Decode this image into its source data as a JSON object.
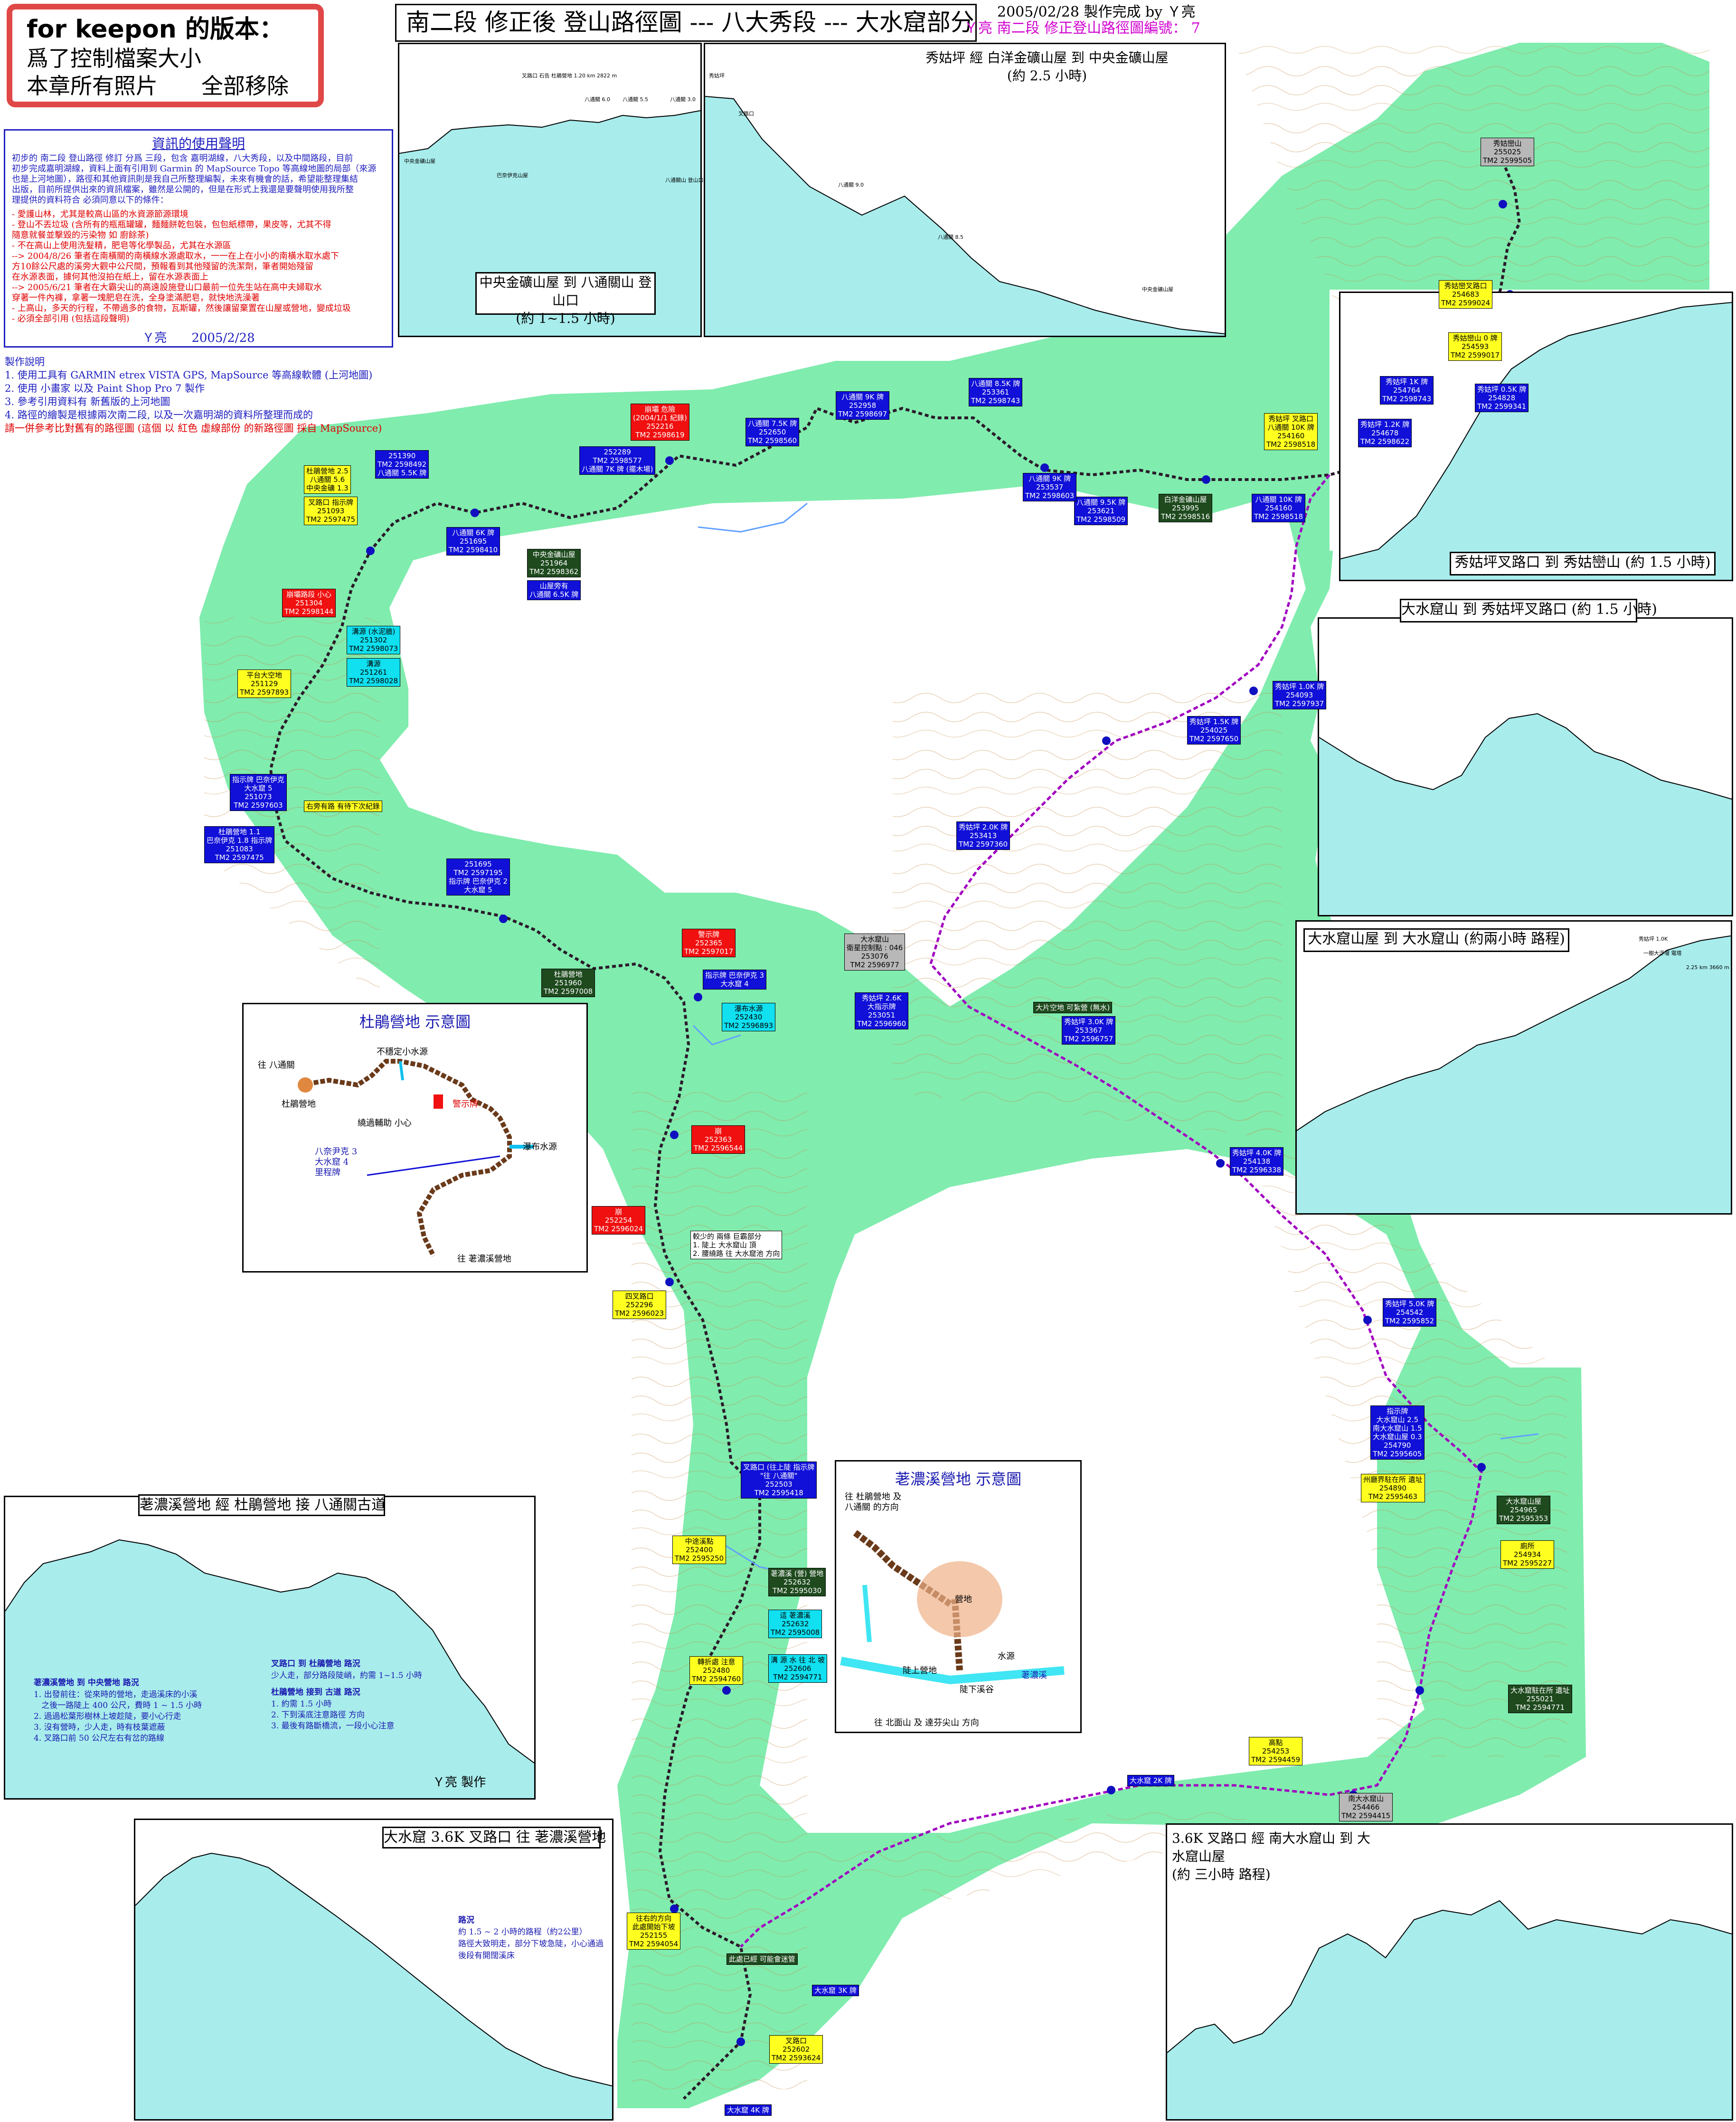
{
  "header": {
    "line1": "for keepon 的版本：",
    "line2": "爲了控制檔案大小",
    "line3": "本章所有照片　　全部移除"
  },
  "title": "南二段 修正後 登山路徑圖 --- 八大秀段 --- 大水窟部分",
  "made_by": "2005/02/28 製作完成 by Ｙ亮",
  "series": "Ｙ亮 南二段 修正登山路徑圖編號： 7",
  "notice": {
    "title": "資訊的使用聲明",
    "body": [
      "初步的 南二段 登山路徑 修訂 分爲 三段，包含 嘉明湖線，八大秀段，以及中間路段，目前",
      "初步完成嘉明湖線，資料上面有引用到 Garmin 的 MapSource Topo 等高線地圖的局部（來源",
      "也是上河地圖），路徑和其他資訊則是我自己所整理編製，未來有機會的話，希望能整理集結",
      "出版，目前所提供出來的資訊檔案，雖然是公開的，但是在形式上我還是要聲明使用我所整",
      "理提供的資料符合 必須同意以下的條件："
    ],
    "rules": [
      "- 愛護山林，尤其是較高山區的水資源節源環境",
      "- 登山不丟垃圾 (含所有的瓶瓶罐罐，麵麵餅乾包裝，包包紙標帶，果皮等，尤其不得",
      "  隨意就餐並擊毀的污染物 如 廚餘茶)",
      "- 不在高山上使用洗髮精，肥皂等化學製品，尤其在水源區",
      "  --> 2004/8/26 筆者在南橫關的南橫線水源處取水，一一在上在小小的南橫水取水處下",
      "      方10餘公尺處的溪旁大觀中公尺間，預報看到其他殘留的洗潔劑，筆者開始殘留",
      "      在水源表面，據何其他沒拍在紙上，留在水源表面上",
      "  --> 2005/6/21 筆者在大霸尖山的高遠設施登山口最前一位先生站在高中夫婦取水",
      "      穿著一件內褲，拿著一塊肥皂在洗，全身塗滿肥皂，就快地洗澡著",
      "- 上高山，多天的行程，不帶過多的食物，瓦斯罐，然後讓留棄置在山屋或營地，變成垃圾",
      "- 必須全部引用 (包括這段聲明)"
    ],
    "signature": "Ｙ亮　　2005/2/28"
  },
  "production": {
    "title": "製作說明",
    "items": [
      "1. 使用工具有 GARMIN etrex VISTA GPS, MapSource 等高線軟體 (上河地圖)",
      "2. 使用 小畫家 以及 Paint Shop Pro 7 製作",
      "3. 參考引用資料有 新舊版的上河地圖",
      "4. 路徑的繪製是根據兩次南二段, 以及一次嘉明湖的資料所整理而成的"
    ],
    "warning": "請一併參考比對舊有的路徑圖 (這個 以 紅色 虛線部份 的新路徑圖 採自 MapSource)"
  },
  "panels": {
    "p1_title": "中央金礦山屋 到 八通關山 登山口\n(約 1~1.5 小時)",
    "p2_title": "秀姑坪 經 白洋金礦山屋 到 中央金礦山屋\n(約 2.5 小時)",
    "p3_title": "秀姑坪叉路口 到 秀姑巒山 (約 1.5 小時)",
    "p4_title": "大水窟山 到 秀姑坪叉路口 (約 1.5 小時)",
    "p5_title": "大水窟山屋 到 大水窟山 (約兩小時 路程)",
    "p6_title": "荖濃溪營地 經 杜鵑營地 接 八通關古道",
    "p7_title": "大水窟 3.6K 叉路口 往 荖濃溪營地",
    "p8_title": "3.6K 叉路口 經 南大水窟山 到 大水窟山屋\n(約 三小時 路程)"
  },
  "profile_points": {
    "p1": [
      "叉路口 石告 杜鵑營地 1.20 km 2822 m",
      "中央金礦山屋",
      "巴奈伊克山屋",
      "八通關 6.0",
      "八通關 5.5",
      "八通關 3.0",
      "八通關山 登山口"
    ],
    "p2": [
      "秀姑坪",
      "叉路口",
      "八通關 9.0",
      "八通關 8.5",
      "中央金礦山屋"
    ],
    "p5": [
      "秀姑坪 1.0K",
      "一樹大浮堰 電塔",
      "2.25 km 3660 m"
    ]
  },
  "p6_notes": {
    "sec1_title": "荖濃溪營地 到 中央營地 路況",
    "sec1": [
      "1. 出發前往：從來時的營地，走過溪床的小溪",
      "   之後一路陡上 400 公尺，費時 1 ~ 1.5 小時",
      "2. 過過松葉形樹林上坡趁陡，要小心行走",
      "3. 沒有營時，少人走，時有枝葉遮蔽",
      "4. 叉路口前 50 公尺左右有岔的路線"
    ],
    "sec2_title": "叉路口 到 杜鵑營地 路況",
    "sec2": [
      "少人走，部分路段陡峭，約需 1~1.5 小時"
    ],
    "sec3_title": "杜鵑營地 接到 古道 路況",
    "sec3": [
      "1. 約需 1.5 小時",
      "2. 下到溪底注意路徑 方向",
      "3. 最後有路斷橋流，一段小心注意"
    ],
    "signature": "Ｙ亮 製作"
  },
  "p7_notes": {
    "title": "路況",
    "lines": [
      "約 1.5 ~ 2 小時的路程（約2公里）",
      "路徑大致明走，部分下坡急陡，小心通過",
      "後段有開闊溪床"
    ]
  },
  "insets": {
    "dupeng_title": "杜鵑營地 示意圖",
    "dupeng_labels": [
      {
        "t": "往 八通關"
      },
      {
        "t": "杜鵑營地"
      },
      {
        "t": "不穩定小水源"
      },
      {
        "t": "警示牌"
      },
      {
        "t": "繞過輔助 小心"
      },
      {
        "t": "瀑布水源"
      },
      {
        "t": "八奈尹克 3\n大水窟 4\n里程牌"
      },
      {
        "t": "往 荖濃溪營地"
      }
    ],
    "laonong_title": "荖濃溪營地 示意圖",
    "laonong_labels": [
      {
        "t": "往 杜鵑營地 及\n八通關 的方向"
      },
      {
        "t": "營地"
      },
      {
        "t": "水源"
      },
      {
        "t": "陡上營地"
      },
      {
        "t": "陡下溪谷"
      },
      {
        "t": "荖濃溪"
      },
      {
        "t": "往 北面山 及 達芬尖山 方向"
      }
    ]
  },
  "map_labels": [
    {
      "c": "blue",
      "t": "八通關 8.5K 牌\n253361\nTM2 2598743"
    },
    {
      "c": "blue",
      "t": "八通關 9K 牌\n252958\nTM2 2598697"
    },
    {
      "c": "blue",
      "t": "八通關 7.5K 牌\n252650\nTM2 2598560"
    },
    {
      "c": "red",
      "t": "崩壩 危險\n(2004/1/1 紀錄)\n252216\nTM2 2598619"
    },
    {
      "c": "blue",
      "t": "252289\nTM2 2598577\n八通關 7K 牌 (擺木場)"
    },
    {
      "c": "blue",
      "t": "251390\nTM2 2598492\n八通關 5.5K 牌"
    },
    {
      "c": "yellow",
      "t": "杜鵑營地 2.5\n八通關 5.6\n中央金礦 1.3"
    },
    {
      "c": "yellow",
      "t": "叉路口 指示牌\n251093\nTM2 2597475"
    },
    {
      "c": "blue",
      "t": "八通關 6K 牌\n251695\nTM2 2598410"
    },
    {
      "c": "green",
      "t": "中央金礦山屋\n251964\nTM2 2598362"
    },
    {
      "c": "blue",
      "t": "山屋旁有\n八通關 6.5K 牌"
    },
    {
      "c": "red",
      "t": "崩壩路段 小心\n251304\nTM2 2598144"
    },
    {
      "c": "cyan",
      "t": "溝源 (水泥牆)\n251302\nTM2 2598073"
    },
    {
      "c": "cyan",
      "t": "溝源\n251261\nTM2 2598028"
    },
    {
      "c": "yellow",
      "t": "平台大空地\n251129\nTM2 2597893"
    },
    {
      "c": "blue",
      "t": "指示牌 巴奈伊克\n大水窟 5\n251073\nTM2 2597603"
    },
    {
      "c": "blue",
      "t": "杜鵑營地 1.1\n巴奈伊克 1.8 指示牌\n251083\nTM2 2597475"
    },
    {
      "c": "yellow",
      "t": "右旁有路 有待下次紀錄"
    },
    {
      "c": "blue",
      "t": "251695\nTM2 2597195\n指示牌 巴奈伊克 2\n大水窟 5"
    },
    {
      "c": "green",
      "t": "杜鵑營地\n251960\nTM2 2597008"
    },
    {
      "c": "red",
      "t": "警示牌\n252365\nTM2 2597017"
    },
    {
      "c": "blue",
      "t": "指示牌 巴奈伊克 3\n大水窟 4"
    },
    {
      "c": "cyan",
      "t": "瀑布水源\n252430\nTM2 2596893"
    },
    {
      "c": "red",
      "t": "崩\n252363\nTM2 2596544"
    },
    {
      "c": "red",
      "t": "崩\n252254\nTM2 2596024"
    },
    {
      "c": "white",
      "t": "較少的 兩條 巨霸部分\n1. 陡上 大水窟山 頂\n2. 腰繞路 往 大水窟池 方向"
    },
    {
      "c": "yellow",
      "t": "四叉路口\n252296\nTM2 2596023"
    },
    {
      "c": "blue",
      "t": "叉路口 (往上陡 指示牌\n\"往 八通關\"\n252503\nTM2 2595418"
    },
    {
      "c": "yellow",
      "t": "中途溪點\n252400\nTM2 2595250"
    },
    {
      "c": "green",
      "t": "荖濃溪 (營) 營地\n252632\nTM2 2595030"
    },
    {
      "c": "cyan",
      "t": "這 荖濃溪\n252632\nTM2 2595008"
    },
    {
      "c": "cyan",
      "t": "溝 源 水 往 北 坡\n252606\nTM2 2594771"
    },
    {
      "c": "yellow",
      "t": "轉折處 注意\n252480\nTM2 2594760"
    },
    {
      "c": "yellow",
      "t": "往右的方向\n此處開始下坡\n252155\nTM2 2594054"
    },
    {
      "c": "green",
      "t": "此處已經 可能會迷管"
    },
    {
      "c": "blue",
      "t": "大水窟 3K 牌"
    },
    {
      "c": "yellow",
      "t": "叉路口\n252602\nTM2 2593624"
    },
    {
      "c": "blue",
      "t": "大水窟 4K 牌"
    },
    {
      "c": "blue",
      "t": "秀姑坪 0.5K 牌\n254828\nTM2 2599341"
    },
    {
      "c": "blue",
      "t": "秀姑坪 1K 牌\n254764\nTM2 2598743"
    },
    {
      "c": "blue",
      "t": "秀姑坪 1.2K 牌\n254678\nTM2 2598622"
    },
    {
      "c": "yellow",
      "t": "秀姑坪 叉路口\n八通關 10K 牌\n254160\nTM2 2598518"
    },
    {
      "c": "blue",
      "t": "八通關 10K 牌\n254160\nTM2 2598518"
    },
    {
      "c": "green",
      "t": "白洋金礦山屋\n253995\nTM2 2598516"
    },
    {
      "c": "blue",
      "t": "八通關 9.5K 牌\n253621\nTM2 2598509"
    },
    {
      "c": "blue",
      "t": "八通關 9K 牌\n253537\nTM2 2598603"
    },
    {
      "c": "yellow",
      "t": "秀姑巒山 0 牌\n254593\nTM2 2599017"
    },
    {
      "c": "yellow",
      "t": "秀姑巒叉路口\n254683\nTM2 2599024"
    },
    {
      "c": "gray",
      "t": "秀姑巒山\n255025\nTM2 2599505"
    },
    {
      "c": "blue",
      "t": "秀姑坪 1.0K 牌\n254093\nTM2 2597937"
    },
    {
      "c": "blue",
      "t": "秀姑坪 1.5K 牌\n254025\nTM2 2597650"
    },
    {
      "c": "blue",
      "t": "秀姑坪 2.0K 牌\n253413\nTM2 2597360"
    },
    {
      "c": "gray",
      "t": "大水窟山\n衛星控制點 : 046\n253076\nTM2 2596977"
    },
    {
      "c": "blue",
      "t": "秀姑坪 2.6K\n大指示牌\n253051\nTM2 2596960"
    },
    {
      "c": "green",
      "t": "大片空地 可紮營 (無水)"
    },
    {
      "c": "blue",
      "t": "秀姑坪 3.0K 牌\n253367\nTM2 2596757"
    },
    {
      "c": "blue",
      "t": "秀姑坪 4.0K 牌\n254138\nTM2 2596338"
    },
    {
      "c": "blue",
      "t": "秀姑坪 5.0K 牌\n254542\nTM2 2595852"
    },
    {
      "c": "blue",
      "t": "指示牌\n大水窟山 2.5\n南大水窟山 1.5\n大水窟山屋 0.3\n254790\nTM2 2595605"
    },
    {
      "c": "yellow",
      "t": "州廳界駐在所 遺址\n254890\nTM2 2595463"
    },
    {
      "c": "green",
      "t": "大水窟山屋\n254965\nTM2 2595353"
    },
    {
      "c": "yellow",
      "t": "廁所\n254934\nTM2 2595227"
    },
    {
      "c": "green",
      "t": "大水窟駐在所 遺址\n255021\nTM2 2594771"
    },
    {
      "c": "yellow",
      "t": "高點\n254253\nTM2 2594459"
    },
    {
      "c": "blue",
      "t": "大水窟 2K 牌"
    },
    {
      "c": "gray",
      "t": "南大水窟山\n254466\nTM2 2594415"
    }
  ]
}
